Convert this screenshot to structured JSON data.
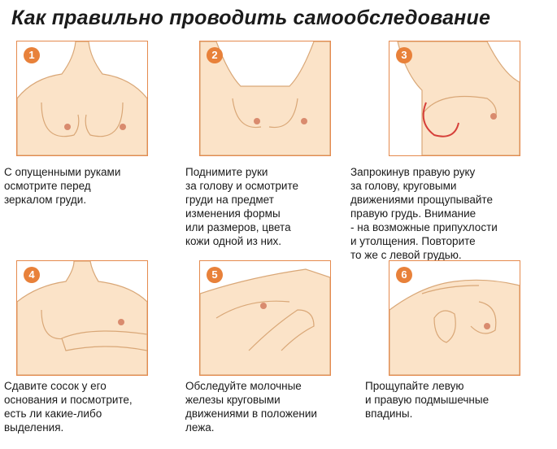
{
  "title": "Как правильно проводить самообследование",
  "accent_color": "#e8813a",
  "skin_color": "#fbe3c8",
  "steps": [
    {
      "number": "1",
      "icon": "torso-arms-down-illustration",
      "text": "С опущенными руками\nосмотрите перед\nзеркалом груди."
    },
    {
      "number": "2",
      "icon": "torso-arms-raised-illustration",
      "text": "Поднимите руки\nза голову и осмотрите\nгруди на предмет\nизменения формы\nили размеров, цвета\nкожи одной из них."
    },
    {
      "number": "3",
      "icon": "circular-palpation-illustration",
      "text": "Запрокинув правую руку\nза голову, круговыми\nдвижениями прощупывайте\nправую грудь. Внимание\n- на возможные припухлости\nи утолщения. Повторите\nто же с левой грудью."
    },
    {
      "number": "4",
      "icon": "nipple-squeeze-illustration",
      "text": "Сдавите сосок у его\nоснования и посмотрите,\nесть ли какие-либо\nвыделения."
    },
    {
      "number": "5",
      "icon": "lying-exam-illustration",
      "text": "Обследуйте молочные\nжелезы круговыми\nдвижениями в положении\nлежа."
    },
    {
      "number": "6",
      "icon": "armpit-exam-illustration",
      "text": "Прощупайте левую\nи правую подмышечные\nвпадины."
    }
  ]
}
